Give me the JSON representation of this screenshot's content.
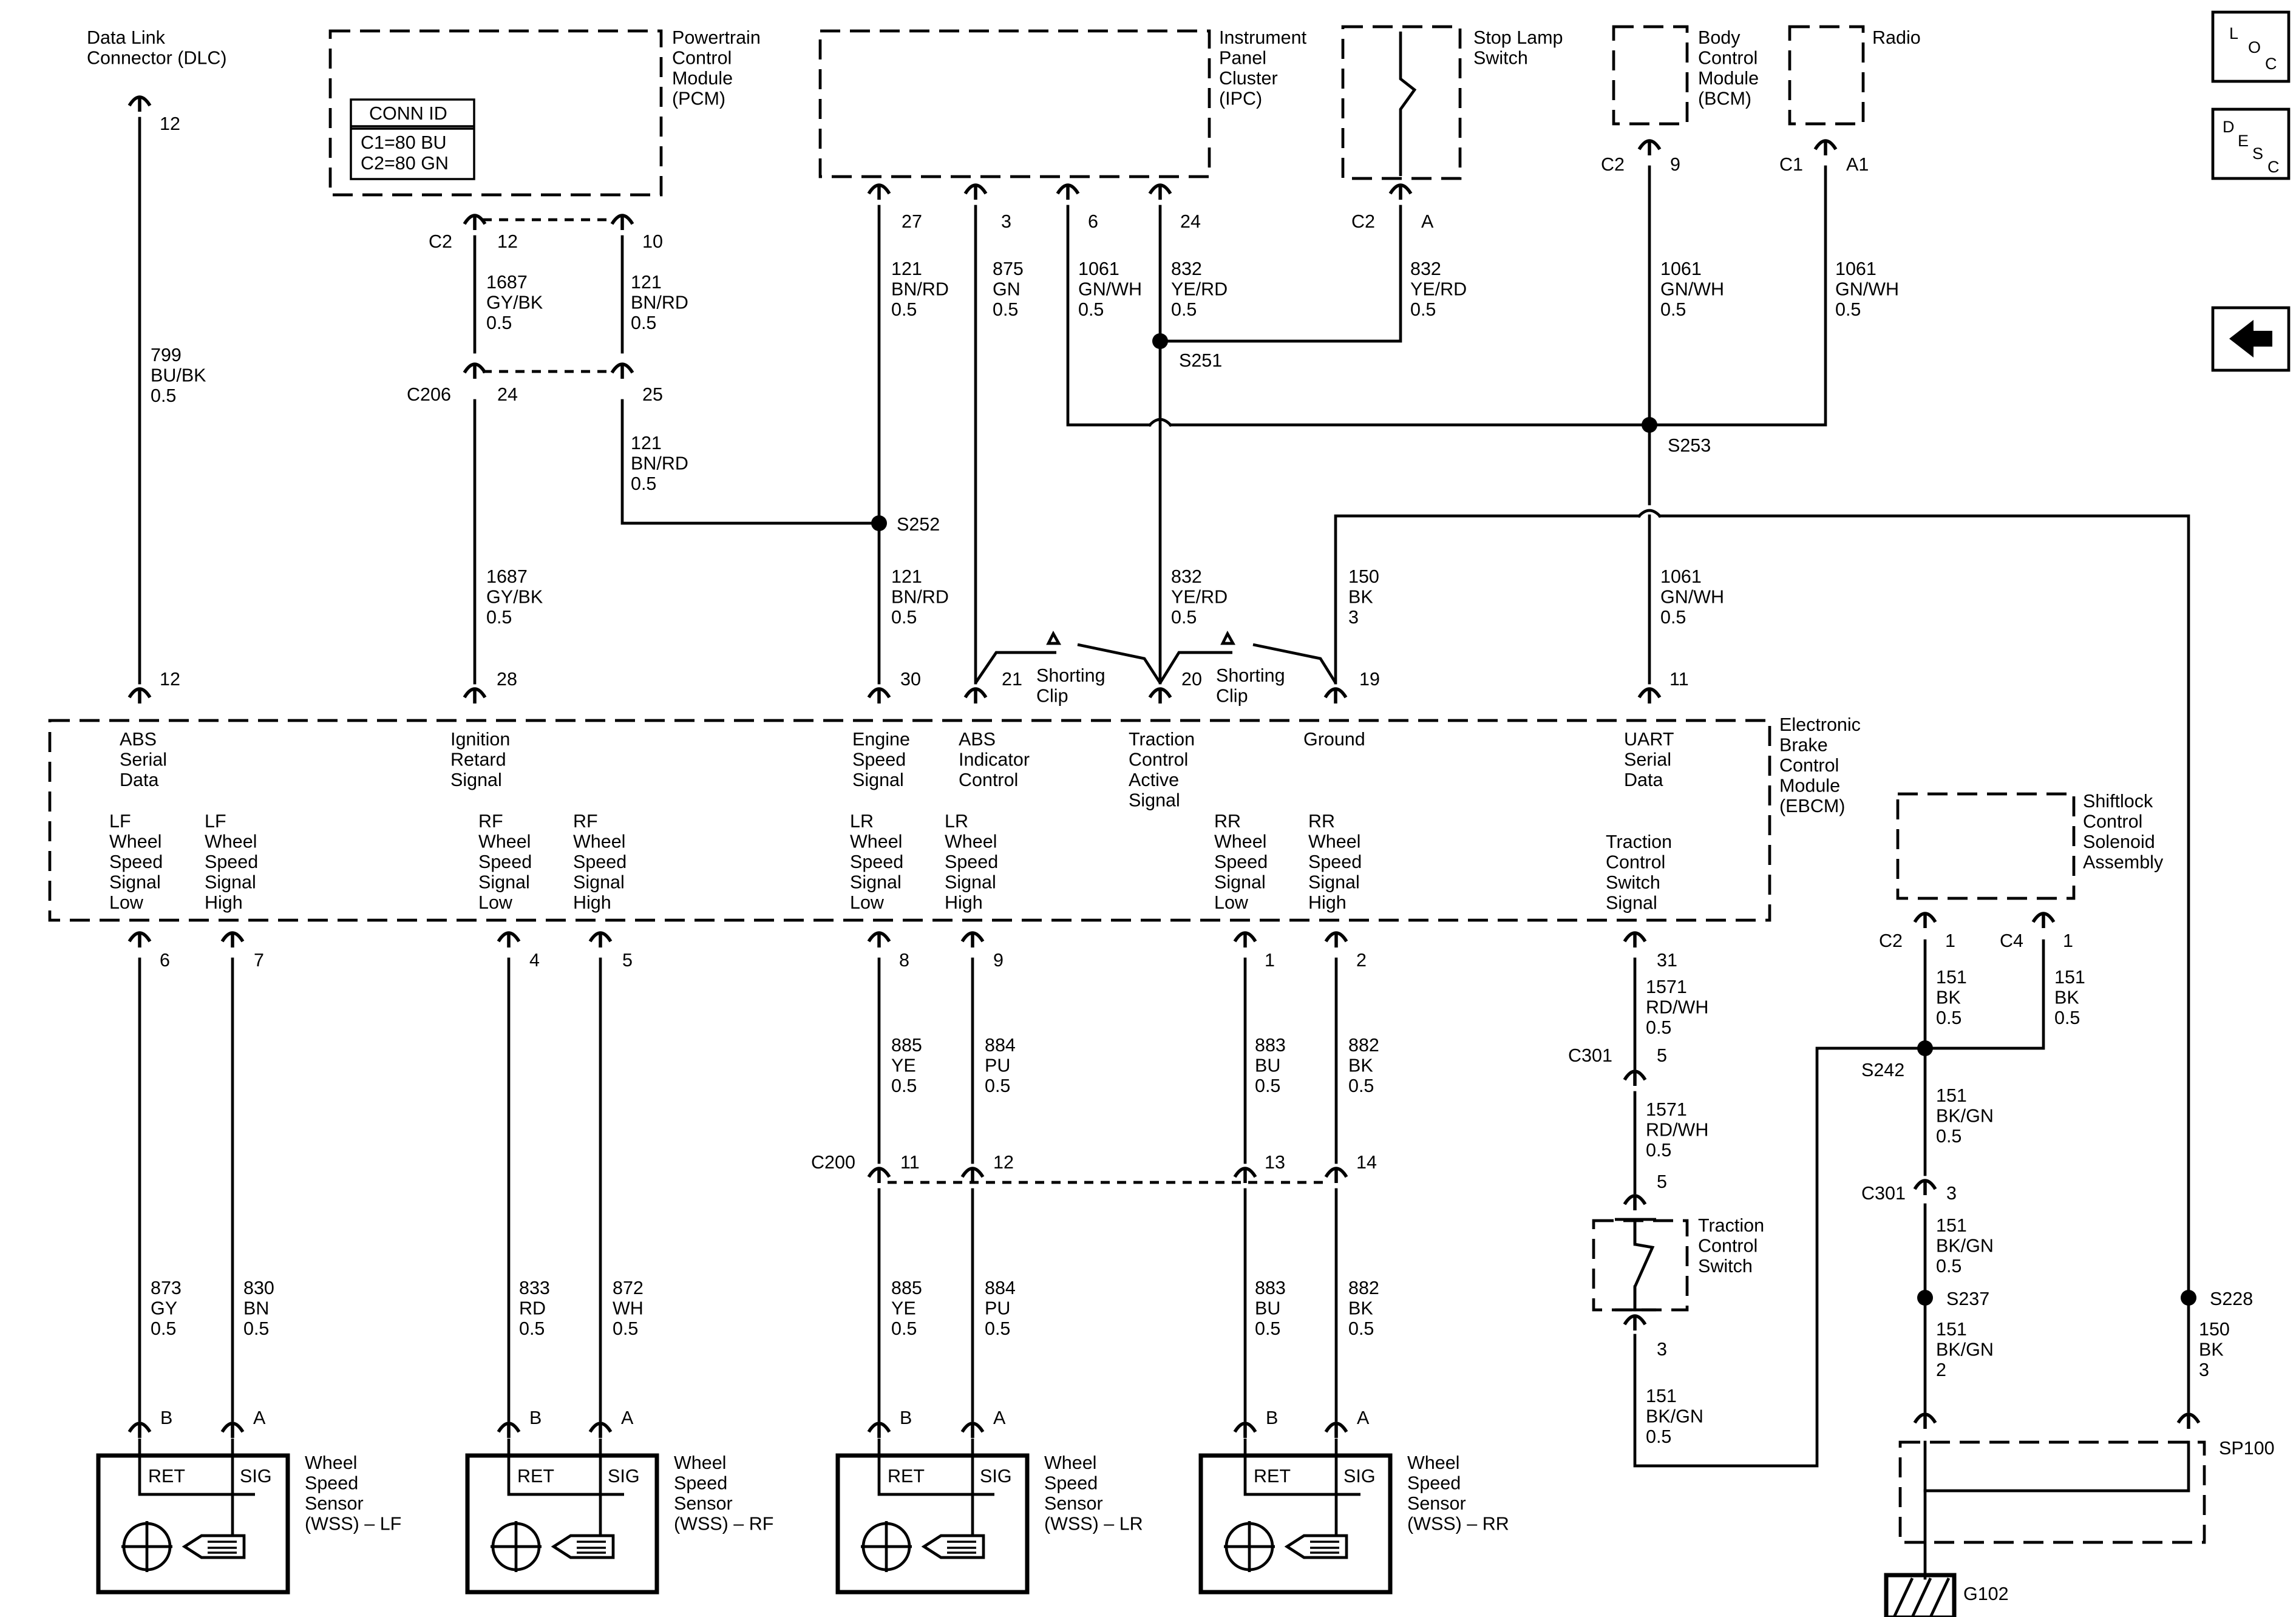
{
  "modules": {
    "dlc": {
      "name": "Data Link\nConnector (DLC)",
      "pin": "12"
    },
    "pcm": {
      "name": "Powertrain\nControl\nModule\n(PCM)",
      "conn_title": "CONN ID",
      "conn_lines": [
        "C1=80 BU",
        "C2=80 GN"
      ],
      "conn": "C2",
      "pins": [
        "12",
        "10"
      ]
    },
    "ipc": {
      "name": "Instrument\nPanel\nCluster\n(IPC)",
      "pins": [
        "27",
        "3",
        "6",
        "24"
      ]
    },
    "stop_lamp": {
      "name": "Stop Lamp\nSwitch",
      "conn": "C2",
      "pin": "A"
    },
    "bcm": {
      "name": "Body\nControl\nModule\n(BCM)",
      "conn": "C2",
      "pin": "9"
    },
    "radio": {
      "name": "Radio",
      "conn": "C1",
      "pin": "A1"
    },
    "ebcm": {
      "name": "Electronic\nBrake\nControl\nModule\n(EBCM)",
      "top_pins": [
        "12",
        "28",
        "30",
        "21",
        "20",
        "19",
        "11"
      ],
      "top_labels": [
        "ABS\nSerial\nData",
        "Ignition\nRetard\nSignal",
        "Engine\nSpeed\nSignal",
        "ABS\nIndicator\nControl",
        "Traction\nControl\nActive\nSignal",
        "Ground",
        "UART\nSerial\nData"
      ],
      "bottom_labels": [
        "LF\nWheel\nSpeed\nSignal\nLow",
        "LF\nWheel\nSpeed\nSignal\nHigh",
        "RF\nWheel\nSpeed\nSignal\nLow",
        "RF\nWheel\nSpeed\nSignal\nHigh",
        "LR\nWheel\nSpeed\nSignal\nLow",
        "LR\nWheel\nSpeed\nSignal\nHigh",
        "RR\nWheel\nSpeed\nSignal\nLow",
        "RR\nWheel\nSpeed\nSignal\nHigh",
        "Traction\nControl\nSwitch\nSignal"
      ],
      "bottom_pins": [
        "6",
        "7",
        "4",
        "5",
        "8",
        "9",
        "1",
        "2",
        "31"
      ]
    },
    "shiftlock": {
      "name": "Shiftlock\nControl\nSolenoid\nAssembly",
      "conns": [
        "C2",
        "C4"
      ],
      "pins": [
        "1",
        "1"
      ]
    },
    "tc_switch": {
      "name": "Traction\nControl\nSwitch"
    },
    "sp100": {
      "name": "SP100"
    },
    "g102": {
      "name": "G102"
    }
  },
  "connectors": {
    "c206": "C206",
    "c206_pins": [
      "24",
      "25"
    ],
    "c200": "C200",
    "c200_pins": [
      "11",
      "12",
      "13",
      "14"
    ],
    "c301_tc": "C301",
    "c301_tc_pins": [
      "5",
      "5",
      "3"
    ],
    "c301_sl": "C301",
    "c301_sl_pin": "3"
  },
  "splices": {
    "s251": "S251",
    "s252": "S252",
    "s253": "S253",
    "s242": "S242",
    "s237": "S237",
    "s228": "S228"
  },
  "shorting_clip": "Shorting\nClip",
  "wires": {
    "w799": "799\nBU/BK\n0.5",
    "w1687_top": "1687\nGY/BK\n0.5",
    "w121_top": "121\nBN/RD\n0.5",
    "w121_mid": "121\nBN/RD\n0.5",
    "w1687_bot": "1687\nGY/BK\n0.5",
    "w121_ipc": "121\nBN/RD\n0.5",
    "w875": "875\nGN\n0.5",
    "w1061_ipc": "1061\nGN/WH\n0.5",
    "w832_ipc": "832\nYE/RD\n0.5",
    "w832_sl": "832\nYE/RD\n0.5",
    "w1061_bcm": "1061\nGN/WH\n0.5",
    "w1061_radio": "1061\nGN/WH\n0.5",
    "w121_ebcm": "121\nBN/RD\n0.5",
    "w832_ebcm": "832\nYE/RD\n0.5",
    "w150_ebcm": "150\nBK\n3",
    "w1061_ebcm": "1061\nGN/WH\n0.5",
    "w885_a": "885\nYE\n0.5",
    "w884_a": "884\nPU\n0.5",
    "w883_a": "883\nBU\n0.5",
    "w882_a": "882\nBK\n0.5",
    "w873": "873\nGY\n0.5",
    "w830": "830\nBN\n0.5",
    "w833": "833\nRD\n0.5",
    "w872": "872\nWH\n0.5",
    "w885_b": "885\nYE\n0.5",
    "w884_b": "884\nPU\n0.5",
    "w883_b": "883\nBU\n0.5",
    "w882_b": "882\nBK\n0.5",
    "w1571_a": "1571\nRD/WH\n0.5",
    "w1571_b": "1571\nRD/WH\n0.5",
    "w151_tc": "151\nBK/GN\n0.5",
    "w151_c2": "151\nBK\n0.5",
    "w151_c4": "151\nBK\n0.5",
    "w151_s242": "151\nBK/GN\n0.5",
    "w151_c301": "151\nBK/GN\n0.5",
    "w151_s237": "151\nBK/GN\n2",
    "w150_s228": "150\nBK\n3"
  },
  "sensors": [
    {
      "name": "Wheel\nSpeed\nSensor\n(WSS) – LF",
      "pins": [
        "B",
        "A"
      ],
      "ret": "RET",
      "sig": "SIG"
    },
    {
      "name": "Wheel\nSpeed\nSensor\n(WSS) – RF",
      "pins": [
        "B",
        "A"
      ],
      "ret": "RET",
      "sig": "SIG"
    },
    {
      "name": "Wheel\nSpeed\nSensor\n(WSS) – LR",
      "pins": [
        "B",
        "A"
      ],
      "ret": "RET",
      "sig": "SIG"
    },
    {
      "name": "Wheel\nSpeed\nSensor\n(WSS) – RR",
      "pins": [
        "B",
        "A"
      ],
      "ret": "RET",
      "sig": "SIG"
    }
  ],
  "nav": {
    "loc_letters": [
      "L",
      "O",
      "C"
    ],
    "desc_letters": [
      "D",
      "E",
      "S",
      "C"
    ],
    "back_icon": "left-arrow-icon"
  }
}
